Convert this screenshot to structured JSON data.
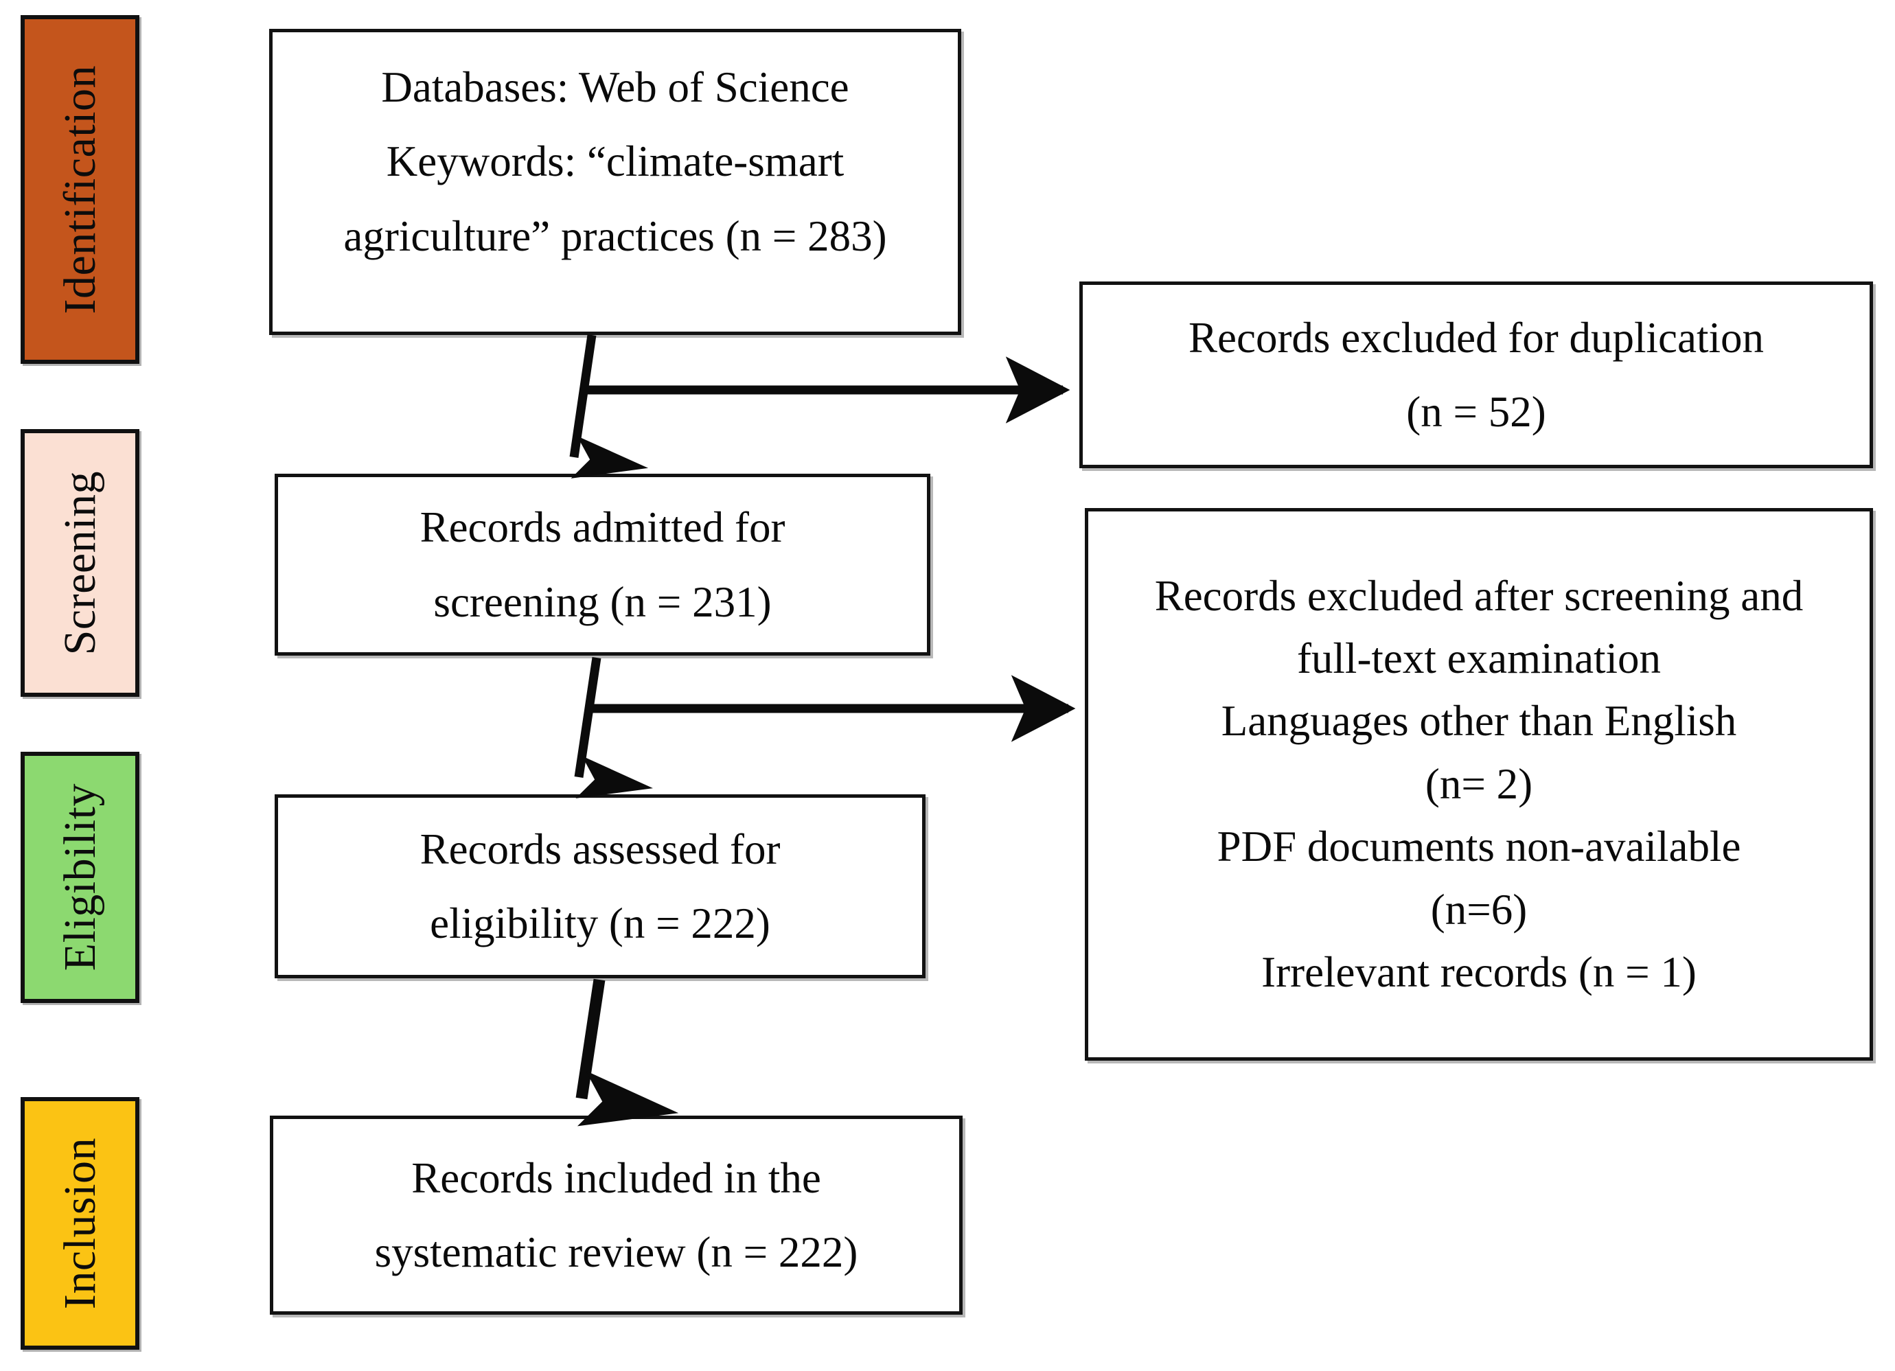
{
  "diagram": {
    "title": "PRISMA flow diagram for systematic review of climate-smart agriculture practices",
    "type": "prisma-flowchart",
    "colors": {
      "identification": "#C4551C",
      "screening": "#FBE0D3",
      "eligibility": "#8CD970",
      "inclusion": "#FBC314",
      "box_border": "#121212",
      "box_fill": "#FFFFFF",
      "text": "#000000"
    }
  },
  "stages": [
    {
      "key": "identification",
      "label": "Identification"
    },
    {
      "key": "screening",
      "label": "Screening"
    },
    {
      "key": "eligibility",
      "label": "Eligibility"
    },
    {
      "key": "inclusion",
      "label": "Inclusion"
    }
  ],
  "boxes": {
    "identification": {
      "lines": [
        "Databases: Web of Science",
        "Keywords: “climate-smart",
        "agriculture” practices (n = 283)"
      ],
      "n": 283
    },
    "excluded_duplication": {
      "lines": [
        "Records excluded for duplication",
        "(n = 52)"
      ],
      "n": 52
    },
    "screening": {
      "lines": [
        "Records admitted for",
        "screening (n = 231)"
      ],
      "n": 231
    },
    "excluded_screening": {
      "lines": [
        "Records excluded after screening and",
        "full-text examination",
        "Languages other than English",
        "(n= 2)",
        "PDF documents non-available",
        "(n=6)",
        "Irrelevant records (n = 1)"
      ],
      "reasons": [
        {
          "reason": "Languages other than English",
          "n": 2
        },
        {
          "reason": "PDF documents non-available",
          "n": 6
        },
        {
          "reason": "Irrelevant records",
          "n": 1
        }
      ]
    },
    "eligibility": {
      "lines": [
        "Records assessed for",
        "eligibility (n = 222)"
      ],
      "n": 222
    },
    "inclusion": {
      "lines": [
        "Records included in the",
        "systematic review (n = 222)"
      ],
      "n": 222
    }
  },
  "flow": {
    "arrows": [
      {
        "name": "identification-to-screening",
        "direction": "down"
      },
      {
        "name": "identification-to-excluded-duplication",
        "direction": "right"
      },
      {
        "name": "screening-to-eligibility",
        "direction": "down"
      },
      {
        "name": "screening-to-excluded-screening",
        "direction": "right"
      },
      {
        "name": "eligibility-to-inclusion",
        "direction": "down"
      }
    ]
  }
}
